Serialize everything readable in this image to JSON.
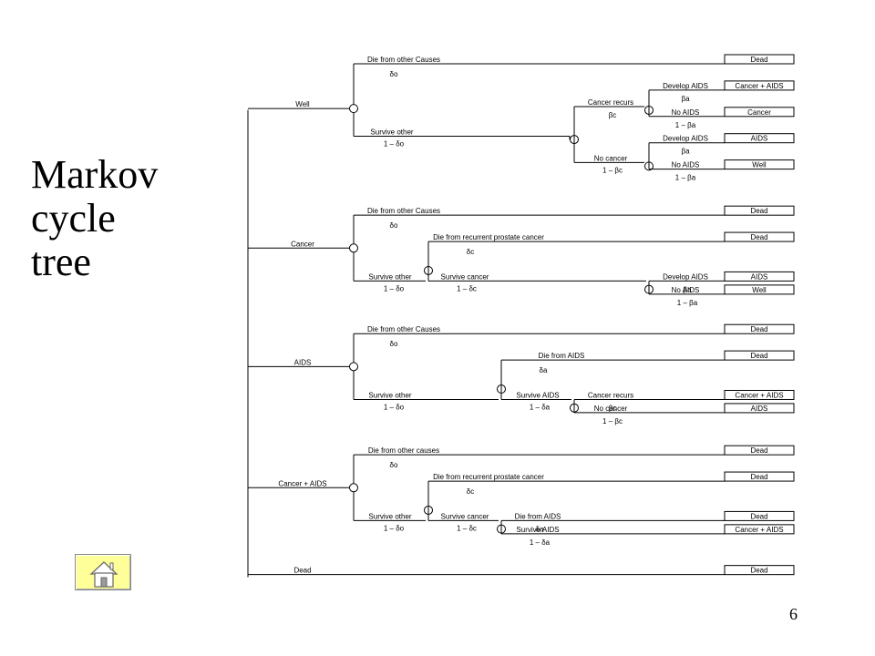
{
  "slide": {
    "title_lines": [
      "Markov",
      "cycle",
      "tree"
    ],
    "page_number": "6"
  },
  "home_button": {
    "icon": "home-icon",
    "color": "#ffff99"
  },
  "tree": {
    "states": [
      {
        "label": "Well",
        "branches": [
          {
            "label": "Die from other Causes",
            "prob": "δo",
            "outcome": "Dead"
          },
          {
            "label": "Survive other",
            "prob": "1 – δo",
            "branches": [
              {
                "label": "Cancer recurs",
                "prob": "βc",
                "branches": [
                  {
                    "label": "Develop AIDS",
                    "prob": "βa",
                    "outcome": "Cancer + AIDS"
                  },
                  {
                    "label": "No AIDS",
                    "prob": "1 – βa",
                    "outcome": "Cancer"
                  }
                ]
              },
              {
                "label": "No cancer",
                "prob": "1 – βc",
                "branches": [
                  {
                    "label": "Develop AIDS",
                    "prob": "βa",
                    "outcome": "AIDS"
                  },
                  {
                    "label": "No AIDS",
                    "prob": "1 – βa",
                    "outcome": "Well"
                  }
                ]
              }
            ]
          }
        ]
      },
      {
        "label": "Cancer",
        "branches": [
          {
            "label": "Die from other Causes",
            "prob": "δo",
            "outcome": "Dead"
          },
          {
            "label": "Survive other",
            "prob": "1 – δo",
            "branches": [
              {
                "label": "Die from recurrent prostate cancer",
                "prob": "δc",
                "outcome": "Dead"
              },
              {
                "label": "Survive cancer",
                "prob": "1 – δc",
                "branches": [
                  {
                    "label": "Develop AIDS",
                    "prob": "βa",
                    "outcome": "AIDS"
                  },
                  {
                    "label": "No AIDS",
                    "prob": "1 – βa",
                    "outcome": "Well"
                  }
                ]
              }
            ]
          }
        ]
      },
      {
        "label": "AIDS",
        "branches": [
          {
            "label": "Die from other Causes",
            "prob": "δo",
            "outcome": "Dead"
          },
          {
            "label": "Survive other",
            "prob": "1 – δo",
            "branches": [
              {
                "label": "Die from AIDS",
                "prob": "δa",
                "outcome": "Dead"
              },
              {
                "label": "Survive AIDS",
                "prob": "1 – δa",
                "branches": [
                  {
                    "label": "Cancer recurs",
                    "prob": "βc",
                    "outcome": "Cancer + AIDS"
                  },
                  {
                    "label": "No cancer",
                    "prob": "1 – βc",
                    "outcome": "AIDS"
                  }
                ]
              }
            ]
          }
        ]
      },
      {
        "label": "Cancer + AIDS",
        "branches": [
          {
            "label": "Die from other causes",
            "prob": "δo",
            "outcome": "Dead"
          },
          {
            "label": "Survive other",
            "prob": "1 – δo",
            "branches": [
              {
                "label": "Die from recurrent prostate cancer",
                "prob": "δc",
                "outcome": "Dead"
              },
              {
                "label": "Survive cancer",
                "prob": "1 – δc",
                "branches": [
                  {
                    "label": "Die from AIDS",
                    "prob": "δa",
                    "outcome": "Dead"
                  },
                  {
                    "label": "Survive AIDS",
                    "prob": "1 – δa",
                    "outcome": "Cancer + AIDS"
                  }
                ]
              }
            ]
          }
        ]
      },
      {
        "label": "Dead",
        "outcome": "Dead"
      }
    ]
  }
}
